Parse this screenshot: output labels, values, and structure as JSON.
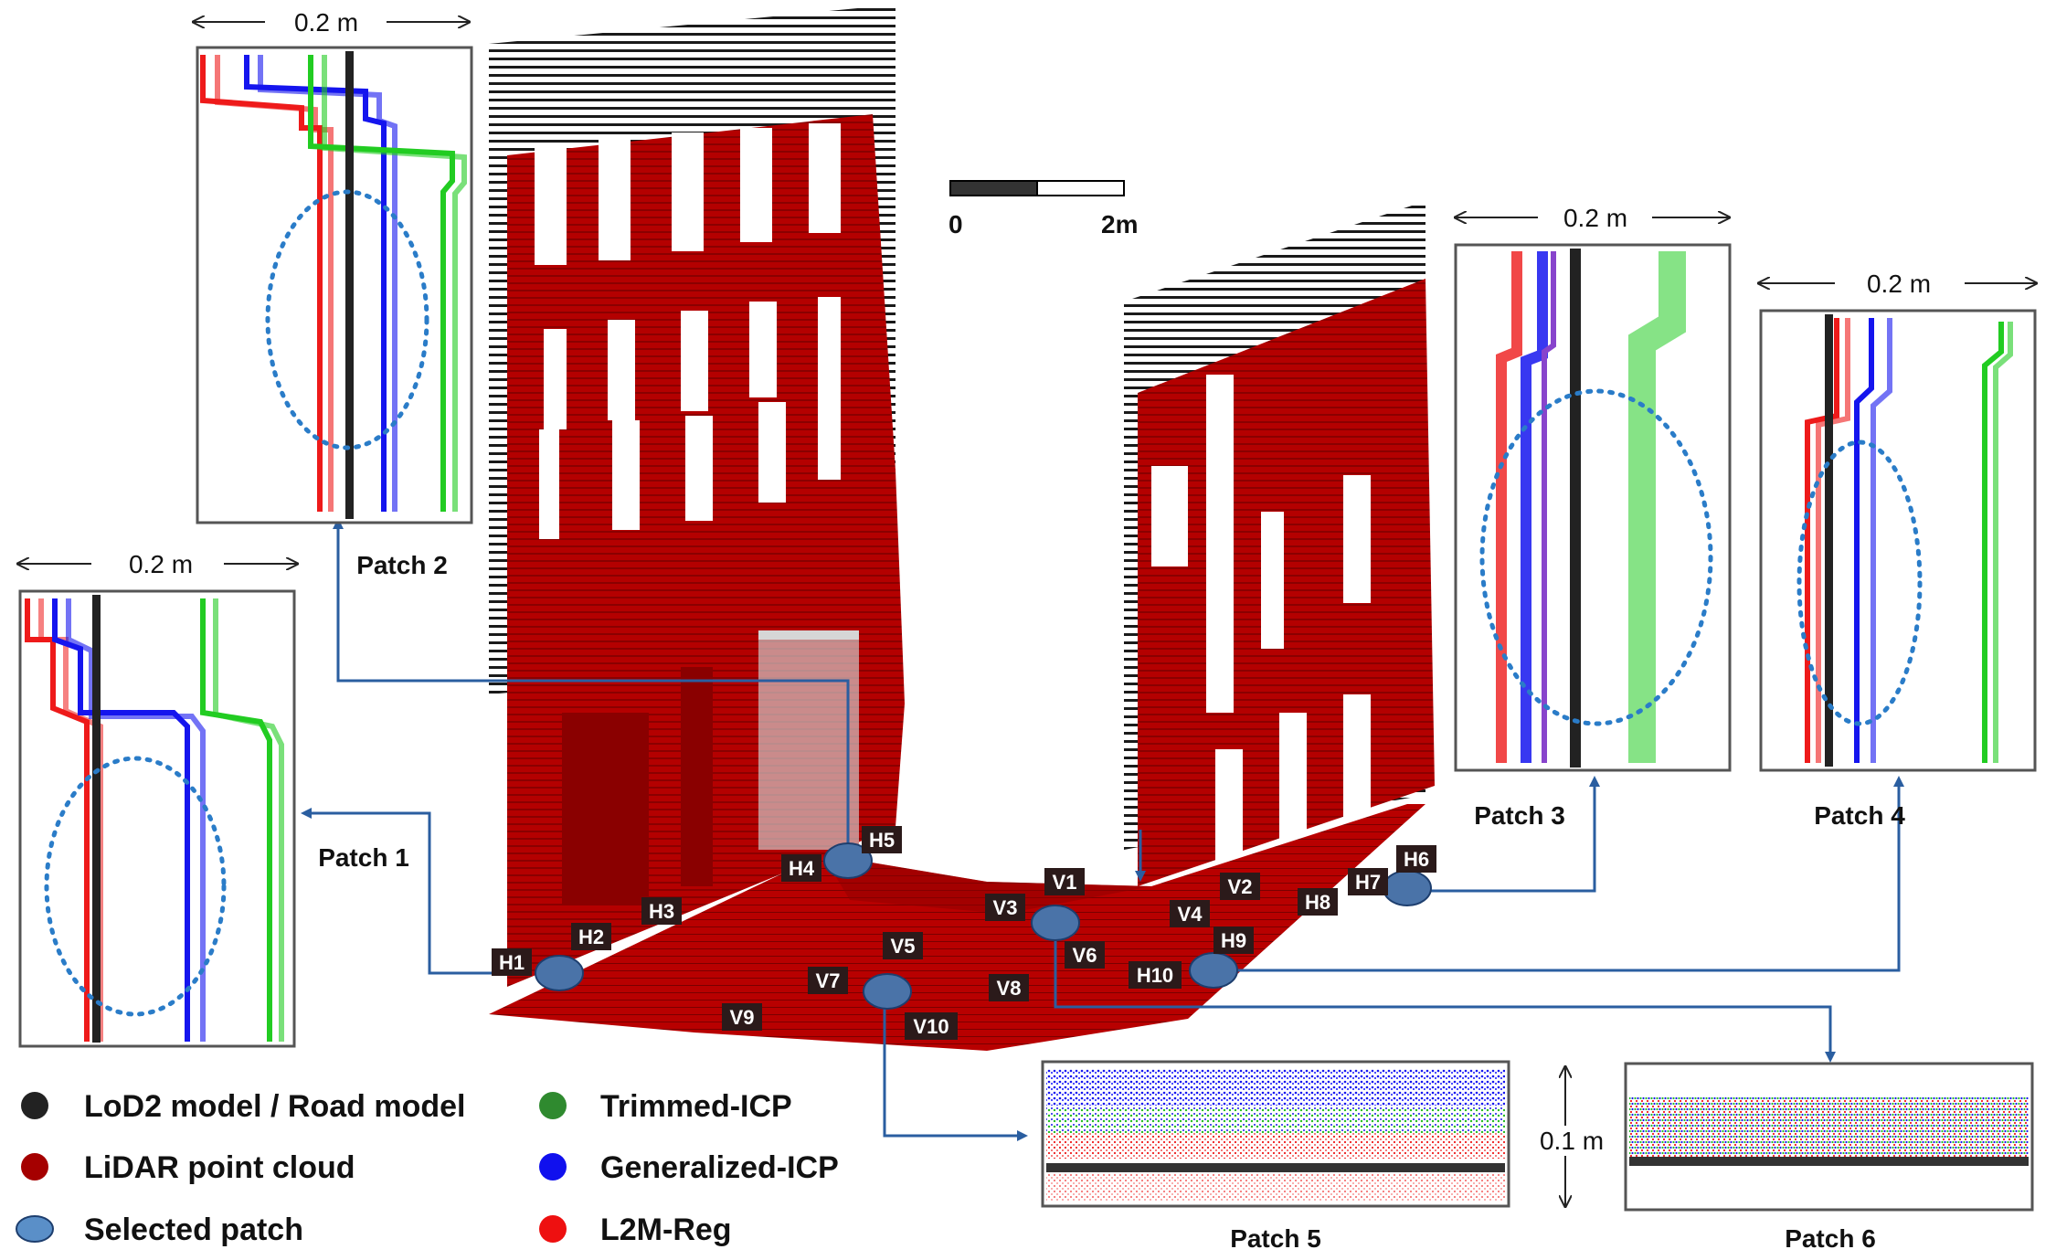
{
  "scale_bar": {
    "start": "0",
    "end": "2m"
  },
  "insets": {
    "patch1": {
      "label": "Patch 1",
      "measure": "0.2 m"
    },
    "patch2": {
      "label": "Patch 2",
      "measure": "0.2 m"
    },
    "patch3": {
      "label": "Patch 3",
      "measure": "0.2 m"
    },
    "patch4": {
      "label": "Patch 4",
      "measure": "0.2 m"
    },
    "patch5": {
      "label": "Patch 5"
    },
    "patch6": {
      "label": "Patch 6",
      "measure": "0.1 m"
    }
  },
  "patch_markers": {
    "H1": "H1",
    "H2": "H2",
    "H3": "H3",
    "H4": "H4",
    "H5": "H5",
    "H6": "H6",
    "H7": "H7",
    "H8": "H8",
    "H9": "H9",
    "H10": "H10",
    "V1": "V1",
    "V2": "V2",
    "V3": "V3",
    "V4": "V4",
    "V5": "V5",
    "V6": "V6",
    "V7": "V7",
    "V8": "V8",
    "V9": "V9",
    "V10": "V10"
  },
  "legend": {
    "lod2": {
      "label": "LoD2 model / Road model",
      "color": "#222222"
    },
    "lidar": {
      "label": "LiDAR point cloud",
      "color": "#a50000"
    },
    "selected": {
      "label": "Selected patch",
      "color": "#5a8fc8"
    },
    "trimmed": {
      "label": "Trimmed-ICP",
      "color": "#2f8a2f"
    },
    "gicp": {
      "label": "Generalized-ICP",
      "color": "#1010ee"
    },
    "l2m": {
      "label": "L2M-Reg",
      "color": "#ee1010"
    }
  },
  "colors": {
    "facade": "#b00000",
    "facade_dark": "#7e0000",
    "connector": "#2a5ea0",
    "dotted_ellipse": "#2a7cc8",
    "lod2_line": "#222222",
    "trimmed": "#22cc22",
    "gicp": "#1515ee",
    "l2m": "#ee1a1a"
  }
}
